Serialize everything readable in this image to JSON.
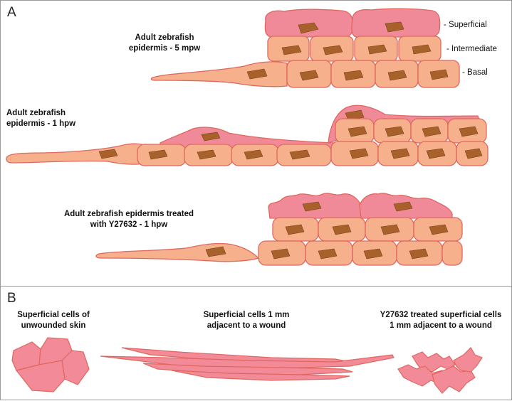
{
  "panel_a": {
    "letter": "A",
    "row1_label_l1": "Adult zebrafish",
    "row1_label_l2": "epidermis - 5 mpw",
    "row2_label_l1": "Adult zebrafish",
    "row2_label_l2": "epidermis - 1 hpw",
    "row3_label_l1": "Adult zebrafish epidermis treated",
    "row3_label_l2": "with Y27632 - 1 hpw",
    "layer_superficial": "- Superficial",
    "layer_intermediate": "- Intermediate",
    "layer_basal": "- Basal"
  },
  "panel_b": {
    "letter": "B",
    "col1_l1": "Superficial cells of",
    "col1_l2": "unwounded skin",
    "col2_l1": "Superficial cells 1 mm",
    "col2_l2": "adjacent to a wound",
    "col3_l1": "Y27632 treated superficial cells",
    "col3_l2": "1 mm adjacent to a wound"
  },
  "colors": {
    "basal_cell": "#f7b08c",
    "superficial_cell": "#f08a98",
    "cell_outline": "#e0675f",
    "nucleus": "#a8612a",
    "frame": "#9a9a9a"
  }
}
